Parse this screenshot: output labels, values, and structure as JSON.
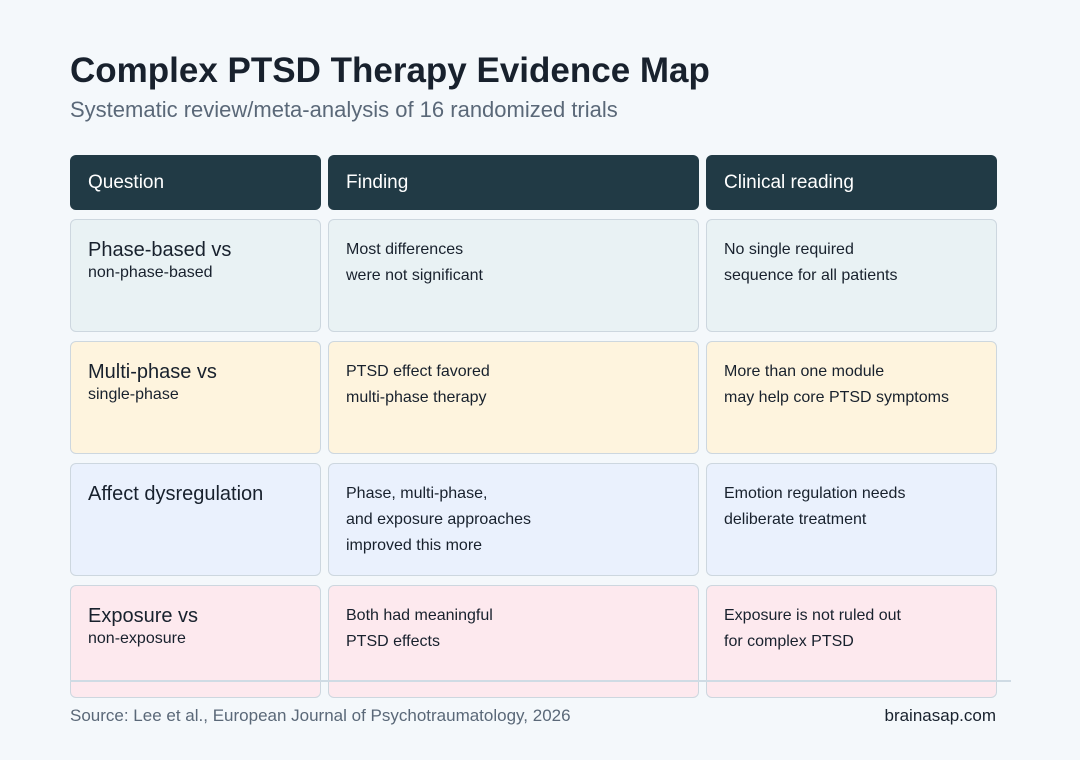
{
  "header": {
    "title": "Complex PTSD Therapy Evidence Map",
    "subtitle": "Systematic review/meta-analysis of 16 randomized trials"
  },
  "table": {
    "columns": [
      "Question",
      "Finding",
      "Clinical reading"
    ],
    "rows": [
      {
        "question_main": "Phase-based vs",
        "question_sub": "non-phase-based",
        "finding": "Most differences\nwere not significant",
        "reading": "No single required\nsequence for all patients"
      },
      {
        "question_main": "Multi-phase vs",
        "question_sub": "single-phase",
        "finding": "PTSD effect favored\nmulti-phase therapy",
        "reading": "More than one module\nmay help core PTSD symptoms"
      },
      {
        "question_main": "Affect dysregulation",
        "question_sub": "",
        "finding": "Phase, multi-phase,\nand exposure approaches\nimproved this more",
        "reading": "Emotion regulation needs\ndeliberate treatment"
      },
      {
        "question_main": "Exposure vs",
        "question_sub": "non-exposure",
        "finding": "Both had meaningful\nPTSD effects",
        "reading": "Exposure is not ruled out\nfor complex PTSD"
      }
    ]
  },
  "footer": {
    "source": "Source: Lee et al., European Journal of Psychotraumatology, 2026",
    "brand": "brainasap.com"
  },
  "colors": {
    "header_bg": "#213a45",
    "row_tints": [
      "#e9f2f4",
      "#fef4de",
      "#eaf1fd",
      "#fde9ee"
    ]
  }
}
